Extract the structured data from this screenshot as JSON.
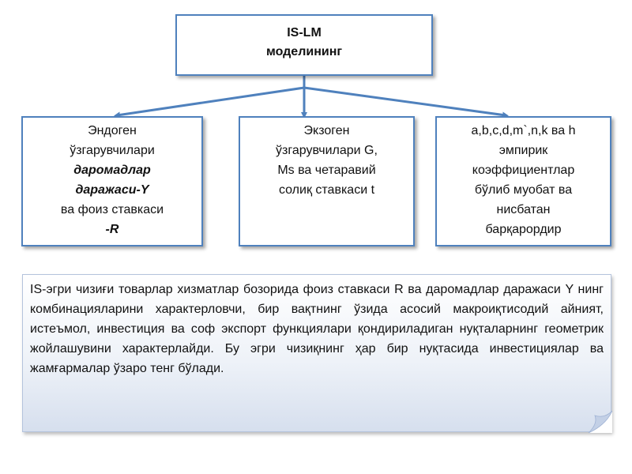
{
  "top_box": {
    "line1": "IS-LM",
    "line2": "моделининг"
  },
  "left_box": {
    "line1": "Эндоген",
    "line2": "ўзгарувчилари",
    "line3": "даромадлар",
    "line4": "даражаси-Y",
    "line5": "ва фоиз ставкаси",
    "line6": "-R"
  },
  "center_box": {
    "line1": "Экзоген",
    "line2": "ўзгарувчилари G,",
    "line3": "Ms ва четаравий",
    "line4": "солиқ ставкаси t"
  },
  "right_box": {
    "line1": "a,b,c,d,m`,n,k ва h",
    "line2": "эмпирик",
    "line3": "коэффициентлар",
    "line4": "бўлиб муобат ва",
    "line5": "нисбатан",
    "line6": "барқарордир"
  },
  "description": {
    "text": "IS-эгри чизиғи товарлар хизматлар бозорида фоиз ставкаси R ва даромадлар даражаси Y нинг комбинацияларини характерловчи, бир вақтнинг ўзида асосий макроиқтисодий айният, истеъмол, инвестиция ва соф экспорт функциялари қондириладиган нуқталарнинг геометрик жойлашувини  характерлайди. Бу эгри чизиқнинг ҳар бир нуқтасида инвестициялар ва жамғармалар ўзаро тенг бўлади."
  },
  "colors": {
    "box_border": "#4f81bd",
    "arrow": "#4f81bd",
    "description_gradient_bottom": "#d6dfee"
  }
}
